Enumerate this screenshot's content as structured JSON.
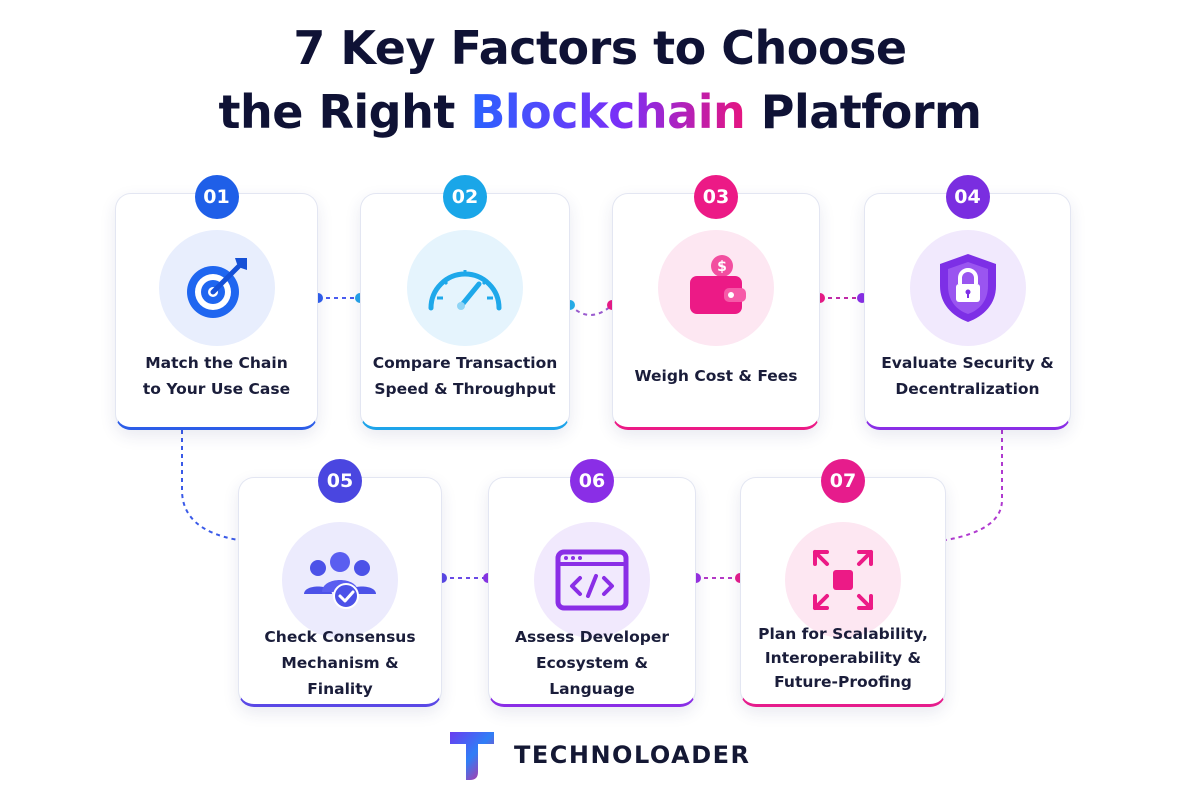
{
  "title": {
    "line1": "7 Key Factors to Choose",
    "line2_before": "the Right ",
    "line2_highlight": "Blockchain",
    "line2_after": " Platform"
  },
  "factors": [
    {
      "number": "01",
      "label_lines": [
        "Match the Chain",
        "to Your Use Case"
      ],
      "icon": "target-icon",
      "color": "#1f5fe8"
    },
    {
      "number": "02",
      "label_lines": [
        "Compare Transaction",
        "Speed & Throughput"
      ],
      "icon": "speedometer-icon",
      "color": "#1aa6e8"
    },
    {
      "number": "03",
      "label_lines": [
        "Weigh Cost & Fees"
      ],
      "icon": "wallet-icon",
      "color": "#ec1a86"
    },
    {
      "number": "04",
      "label_lines": [
        "Evaluate Security &",
        "Decentralization"
      ],
      "icon": "shield-lock-icon",
      "color": "#7a2ee0"
    },
    {
      "number": "05",
      "label_lines": [
        "Check Consensus",
        "Mechanism & Finality"
      ],
      "icon": "users-check-icon",
      "color": "#4a46e0"
    },
    {
      "number": "06",
      "label_lines": [
        "Assess Developer",
        "Ecosystem & Language"
      ],
      "icon": "code-window-icon",
      "color": "#8a2ee6"
    },
    {
      "number": "07",
      "label_lines": [
        "Plan for Scalability,",
        "Interoperability &",
        "Future-Proofing"
      ],
      "icon": "expand-icon",
      "color": "#e61c8c"
    }
  ],
  "brand": {
    "name": "TECHNOLOADER",
    "logo": "t-logo-icon"
  },
  "colors": {
    "title": "#0f1235",
    "gradient_start": "#2962ff",
    "gradient_mid": "#7b2ff7",
    "gradient_end": "#e6157f"
  }
}
